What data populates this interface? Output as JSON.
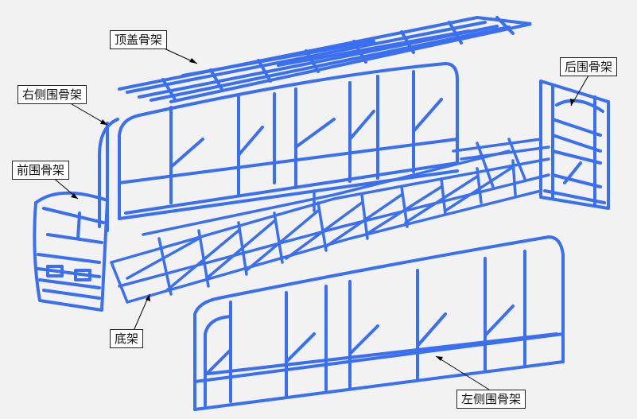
{
  "frame_color": "#3a6ff2",
  "background": "#f2f2f2",
  "labels": {
    "roof": "顶盖骨架",
    "right_side": "右侧围骨架",
    "rear": "后围骨架",
    "front": "前围骨架",
    "chassis": "底架",
    "left_side": "左侧围骨架"
  }
}
